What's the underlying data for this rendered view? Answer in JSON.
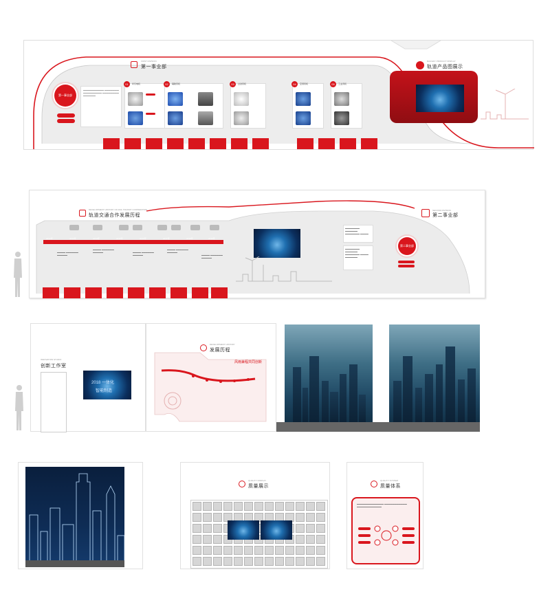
{
  "section1": {
    "subtitle": "FIRST DIVISION",
    "title": "第一事业部",
    "badge": "第一事业部",
    "right_subtitle": "RAILWAY PRODUCT DISPLAY",
    "right_title": "轨道产品图展示",
    "items": [
      {
        "tag": "01",
        "name": "牵引电机"
      },
      {
        "tag": "02",
        "name": "辅助风机"
      },
      {
        "tag": "03",
        "name": "过滤风机"
      },
      {
        "tag": "04",
        "name": "空调风机"
      },
      {
        "tag": "05",
        "name": "工业风机"
      }
    ]
  },
  "section2": {
    "title": "轨道交通合作发展历程",
    "subtitle": "DEVELOPMENT HISTORY OF RAIL TRANSIT COOPERATION",
    "right_title": "第二事业部",
    "right_subtitle": "SECOND DIVISION",
    "badge": "第二事业部",
    "years": [
      "2012年",
      "2013年",
      "2014年",
      "2015年",
      "2016年",
      "2017年",
      "2018年",
      "2019年"
    ]
  },
  "section3": {
    "studio_subtitle": "INNOVATION STUDIO",
    "studio_title": "创新工作室",
    "screen_text_1": "2018 一体化",
    "screen_text_2": "智能制造",
    "history_subtitle": "DEVELOPMENT HISTORY",
    "history_title": "发展历程",
    "banner": "风雨兼程共同创新"
  },
  "section4": {
    "quality_show_subtitle": "QUALITY DISPLAY",
    "quality_show_title": "质量展示",
    "quality_sys_subtitle": "QUALITY SYSTEM",
    "quality_sys_title": "质量体系"
  },
  "colors": {
    "accent": "#d9161d",
    "panel_gray": "#eeeeee",
    "screen_blue": "#1f6fb0"
  }
}
